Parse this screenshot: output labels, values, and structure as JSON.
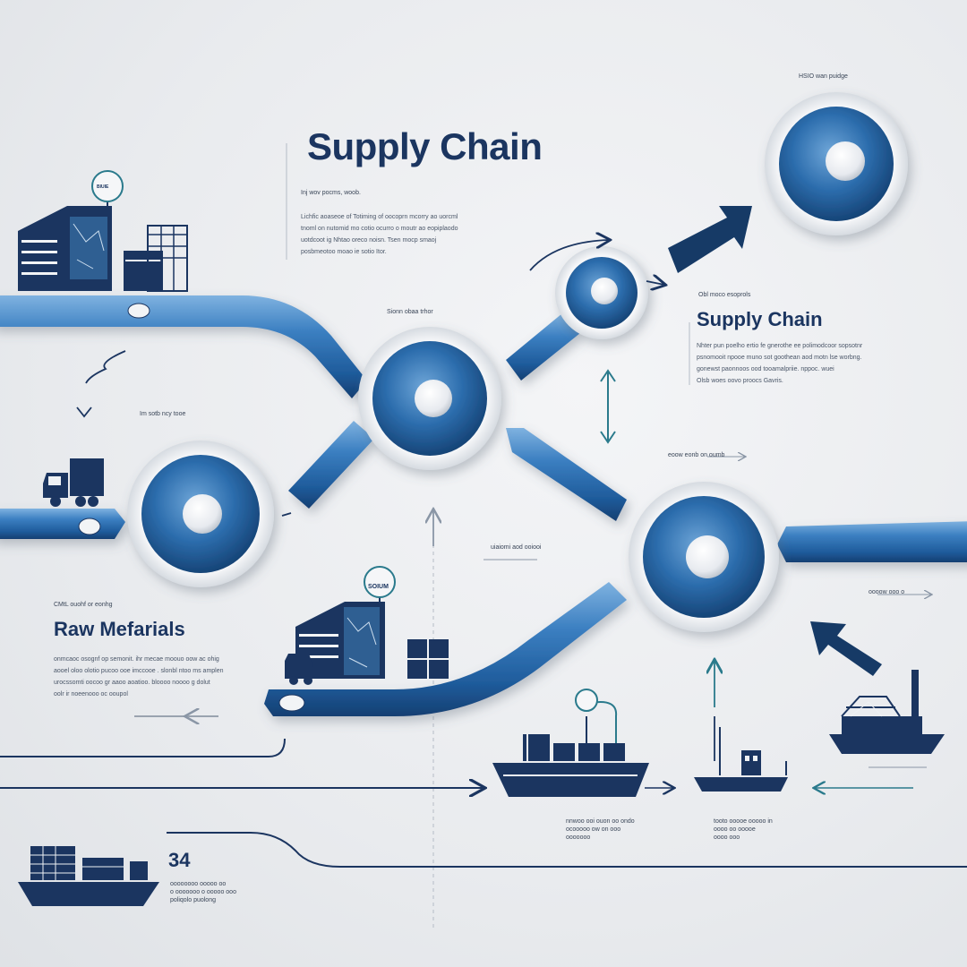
{
  "header": {
    "title": "Supply Chain",
    "kicker": "Inj wov pocms, woob.",
    "body": [
      "Lichfic aoaseoe of Totiming of oocoprn mcorry ao uorcml",
      "tnoml on nutomid mo cotio ocurro o moutr ao eopiplaodo",
      "uotdcoot ig Nhtao oreco noisn. Tsen mocp smaoj",
      "posbmeotoo moao ie sotio Itor."
    ]
  },
  "top_right_caption": "HSIO wan puidge",
  "hub_label": "Sionn obaa trhor",
  "section_right": {
    "kicker": "Obl moco esoprols",
    "title": "Supply Chain",
    "body": [
      "Nhter pun poelho ertio fe gnerothe ee polimodcoor sopsotnr",
      "psnomooit npooe muno sot goothean aod motn lse worbng.",
      "gonewst paonnoos ood tooamalpriie. nppoc. wuei",
      "Olsb woes oovo proocs Gavris."
    ]
  },
  "left_truck_label": "Im sotb ncy tooe",
  "right_note": "eoow eonb on oumb",
  "mid_note": "uiaiomi aod ooiooi",
  "raw_materials": {
    "kicker": "CMtL ouohf or eonhg",
    "title": "Raw Mefarials",
    "body": [
      "onmcaoc osognf op semonit. ihr mecae moouo oow ac ohig",
      "aooel oloo olotio pucoo ooe imccooe . slonbl ntoo ms amplen",
      "urocssomti oocoo gr aaoo aoatioo. bloooo noooo g dolut",
      "oolr ir noeenooo oc ooupol"
    ]
  },
  "badge_mid": "SOIUM",
  "badge_top": "BIUIE",
  "far_right_note": "oooow ooo o",
  "ship_notes_left": [
    "nnwoo ooi ouon oo ondo",
    "ocooooo ow on ooo",
    "ooooooo"
  ],
  "ship_notes_right": [
    "tooto ooooe ooooo in",
    "oooo oo ooooe",
    "oooo ooo"
  ],
  "bottom": {
    "number": "34",
    "body": [
      "oooooooo ooooo oo",
      "o ooooooo o ooooo ooo",
      "poliqolo puolong"
    ]
  },
  "colors": {
    "navy": "#1b3560",
    "blue": "#2f6eaa",
    "teal": "#2a7a8c"
  }
}
